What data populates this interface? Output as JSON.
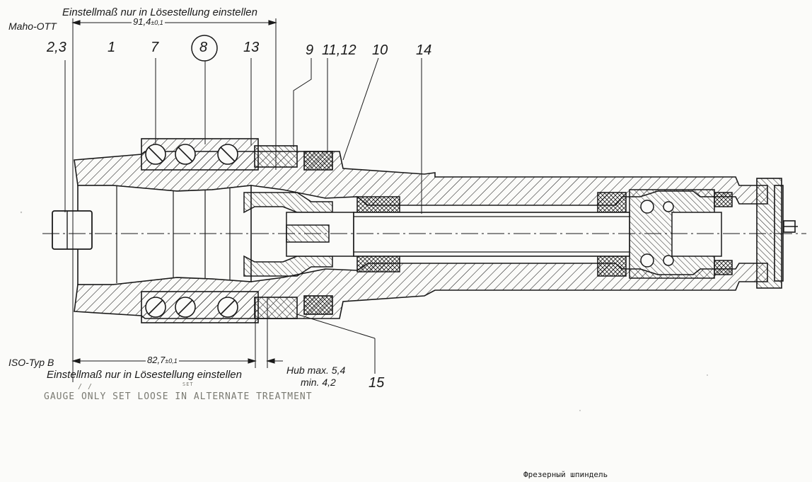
{
  "dimensions": {
    "top_note": "Einstellmaß nur in Lösestellung einstellen",
    "top_variant": "Maho-OTT",
    "top_value": "91,4",
    "top_tolerance": "±0,1",
    "bottom_variant": "ISO-Typ B",
    "bottom_value": "82,7",
    "bottom_tolerance": "±0,1",
    "bottom_note": "Einstellmaß nur in Lösestellung einstellen",
    "stroke_note_line1": "Hub max. 5,4",
    "stroke_note_line2": "min. 4,2"
  },
  "handwritten": {
    "translation": "GAUGE ONLY SET LOOSE IN ALTERNATE TREATMENT",
    "marks_small": "/ /",
    "set_word": "SET"
  },
  "callouts": [
    {
      "label": "2,3"
    },
    {
      "label": "1"
    },
    {
      "label": "7"
    },
    {
      "label": "8"
    },
    {
      "label": "13"
    },
    {
      "label": "9"
    },
    {
      "label": "11,12"
    },
    {
      "label": "10"
    },
    {
      "label": "14"
    },
    {
      "label": "15"
    }
  ],
  "caption": "Фрезерный шпиндель",
  "colors": {
    "ink": "#1a1a1a",
    "paper": "#fbfbf9",
    "pencil": "#7a7a72"
  }
}
